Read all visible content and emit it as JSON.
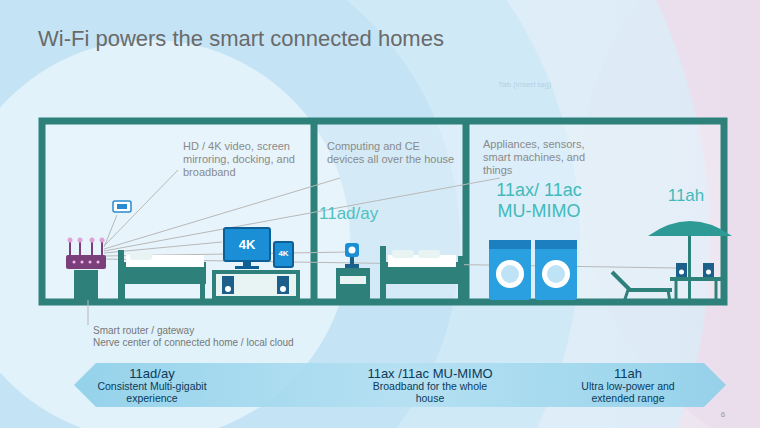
{
  "diagram": {
    "title": "Wi-Fi powers the smart connected homes",
    "nodes": [
      {
        "text": [
          "HD / 4K video, screen mirroring, docking, and broadband"
        ]
      },
      {
        "text": [
          "Computing and CE devices all over the house",
          "11ad/ay"
        ]
      },
      {
        "text": [
          "Appliances, sensors, smart machines, and things",
          "11ax/ 11ac MU-MIMO"
        ]
      },
      {
        "text": [
          "11ad/ay",
          "Consistent Multi-gigabit experience",
          "11ax /11ac MU-MIMO",
          "Broadband for the whole house",
          "11ah",
          "Ultra low-power and extended range"
        ]
      }
    ],
    "labels": [
      "4K",
      "4K",
      "11ah",
      "Smart router / gateway",
      "Nerve center of connected home / local cloud",
      "6",
      "Tab (insert tag)"
    ]
  }
}
